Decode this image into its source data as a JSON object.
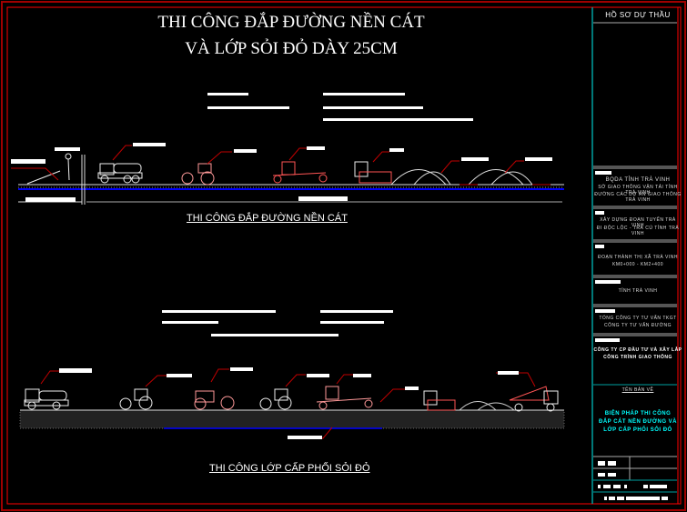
{
  "drawing": {
    "title_line1": "THI CÔNG ĐẮP ĐƯỜNG NỀN CÁT",
    "title_line2": "VÀ LỚP SỎI ĐỎ DÀY 25CM",
    "section1_caption": "THI CÔNG ĐẮP ĐƯỜNG NỀN CÁT",
    "section2_caption": "THI CÔNG LỚP CẤP PHỐI SỎI ĐỎ"
  },
  "title_block": {
    "header": "HỒ SƠ DỰ THẦU",
    "project_lines": [
      "BQDA TỈNH TRÀ VINH",
      "SỞ GIAO THÔNG VẬN TẢI TỈNH TRÀ VINH",
      "ĐƯỜNG CÁC DỰ ÁN GIAO THÔNG TRÀ VINH"
    ],
    "work_lines": [
      "XÂY DỰNG ĐOẠN TUYẾN TRÀ VINH",
      "ĐI ĐỘC LỘC - TRÀ CÚ TỈNH TRÀ VINH"
    ],
    "section_lines": [
      "ĐOẠN THÀNH THỊ XÃ TRÀ VINH",
      "KM0+000 - KM2+400"
    ],
    "location": "TỈNH TRÀ VINH",
    "consultant_lines": [
      "TỔNG CÔNG TY TƯ VẤN TKGT",
      "CÔNG TY TƯ VẤN ĐƯỜNG"
    ],
    "contractor_lines": [
      "CÔNG TY CP ĐẦU TƯ VÀ XÂY LẮP",
      "CÔNG TRÌNH GIAO THÔNG"
    ],
    "drawing_name_label": "TÊN BẢN VẼ",
    "drawing_name_lines": [
      "BIỆN PHÁP THI CÔNG",
      "ĐẮP CÁT NỀN ĐƯỜNG VÀ",
      "LỚP CẤP PHỐI SỎI ĐỎ"
    ]
  },
  "colors": {
    "frame": "#ff0000",
    "accent": "#00a0a0",
    "ground_line": "#0000ff",
    "cad_text": "#ffffff"
  }
}
